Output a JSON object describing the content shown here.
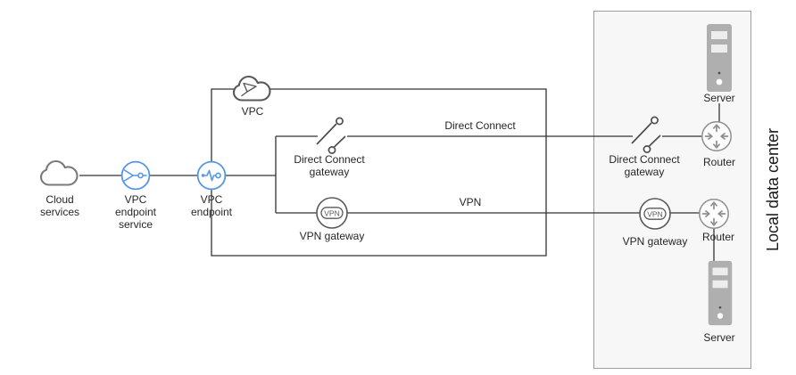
{
  "colors": {
    "accent_blue": "#5596E6",
    "icon_gray": "#595959",
    "line_color": "#333333",
    "router_gray": "#8F8F8F",
    "server_gray": "#AFAFAF",
    "datacenter_fill": "#F7F7F7",
    "datacenter_border": "#9E9E9E",
    "text_color": "#262626"
  },
  "cloud_side": {
    "cloud_services": "Cloud services",
    "vpc_endpoint_service": "VPC endpoint service",
    "vpc_endpoint": "VPC endpoint"
  },
  "vpc_region": {
    "vpc": "VPC",
    "direct_connect_gateway": "Direct Connect gateway",
    "vpn_gateway": "VPN gateway",
    "vpn_badge": "VPN"
  },
  "connections": {
    "direct_connect": "Direct Connect",
    "vpn": "VPN"
  },
  "data_center": {
    "region_label": "Local data center",
    "direct_connect_gateway": "Direct Connect gateway",
    "vpn_gateway": "VPN gateway",
    "vpn_badge": "VPN",
    "router_top": "Router",
    "router_bottom": "Router",
    "server_top": "Server",
    "server_bottom": "Server"
  }
}
